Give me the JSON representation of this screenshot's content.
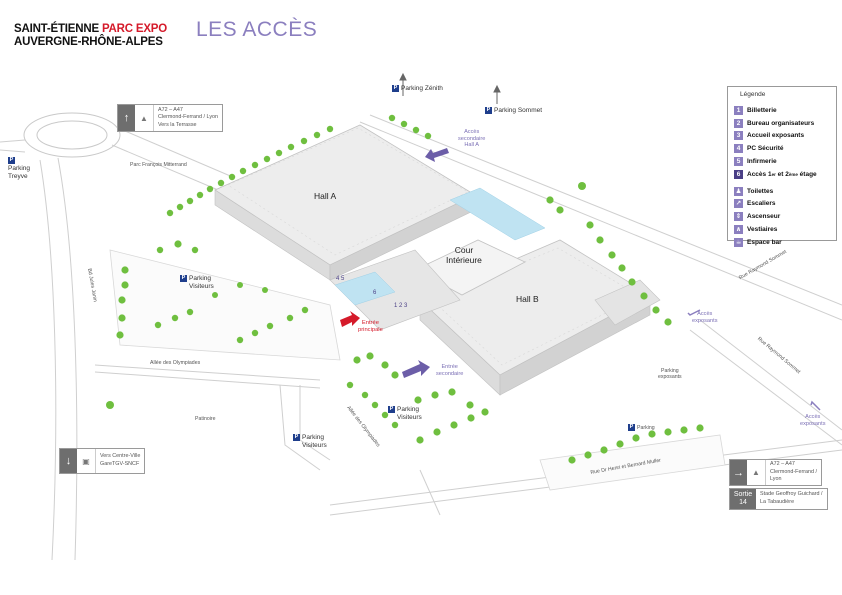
{
  "brand": {
    "line1_a": "SAINT-ÉTIENNE",
    "line1_b": "PARC EXPO",
    "line2": "AUVERGNE-RHÔNE-ALPES"
  },
  "page_title": "LES ACCÈS",
  "colors": {
    "accent_violet": "#8b7fbf",
    "violet_dark": "#4a3f86",
    "brand_red": "#d51a2a",
    "parking_blue": "#1f3e8c",
    "tree_green": "#6fbf3f",
    "glass_blue": "#bfe3f2"
  },
  "top_parkings": {
    "zenith": "Parking Zénith",
    "sommet": "Parking Sommet",
    "p_letter": "P"
  },
  "routes": {
    "a72_top": {
      "line1": "A72 – A47",
      "line2": "Clermond-Ferrand / Lyon",
      "line3": "Vers la Terrasse"
    },
    "centre_ville": {
      "line1": "Vers Centre-Ville",
      "line2": "GareTGV-SNCF"
    },
    "a72_right": {
      "line1": "A72 – A47",
      "line2": "Clermond-Ferrand /",
      "line3": "Lyon"
    },
    "sortie": {
      "label": "Sortie",
      "number": "14",
      "line1": "Stade Geoffroy Guichard /",
      "line2": "La Tabaudière"
    }
  },
  "map_labels": {
    "parking_treyve_1": "Parking",
    "parking_treyve_2": "Treyve",
    "parc_mitterrand": "Parc François Mitterrand",
    "bd_jules_janin": "Bd Jules Janin",
    "allee_olympiades": "Allée des Olympiades",
    "allee_olympiades_2": "Allée des Olympiades",
    "patinoire": "Patinoire",
    "hall_a": "Hall A",
    "hall_b": "Hall B",
    "cour_1": "Cour",
    "cour_2": "Intérieure",
    "acces_sec_a_1": "Accès",
    "acces_sec_a_2": "secondaire",
    "acces_sec_a_3": "Hall A",
    "entree_principale_1": "Entrée",
    "entree_principale_2": "principale",
    "entree_secondaire_1": "Entrée",
    "entree_secondaire_2": "secondaire",
    "parking_visiteurs_1": "Parking",
    "parking_visiteurs_2": "Visiteurs",
    "parking_exposants_1": "Parking",
    "parking_exposants_2": "exposants",
    "parking": "Parking",
    "acces_exposants_1": "Accès",
    "acces_exposants_2": "exposants",
    "rue_raymond_sommet_1": "Rue Raymond Sommet",
    "rue_raymond_sommet_2": "Rue Raymond Sommet",
    "rue_dr_henri": "Rue Dr Henri et Bernard Muller"
  },
  "map_numbers": {
    "n4": "4",
    "n5": "5",
    "n6": "6",
    "n1": "1",
    "n2": "2",
    "n3": "3"
  },
  "legend": {
    "title": "Légende",
    "numbered": [
      {
        "num": "1",
        "label": "Billetterie"
      },
      {
        "num": "2",
        "label": "Bureau organisateurs"
      },
      {
        "num": "3",
        "label": "Accueil exposants"
      },
      {
        "num": "4",
        "label": "PC Sécurité"
      },
      {
        "num": "5",
        "label": "Infirmerie"
      },
      {
        "num": "6",
        "label_a": "Accès 1",
        "sup1": "er",
        "label_b": " et 2",
        "sup2": "ème",
        "label_c": " étage"
      }
    ],
    "icons": [
      {
        "icon": "toilets-icon",
        "label": "Toilettes"
      },
      {
        "icon": "stairs-icon",
        "label": "Escaliers"
      },
      {
        "icon": "elevator-icon",
        "label": "Ascenseur"
      },
      {
        "icon": "cloakroom-icon",
        "label": "Vestiaires"
      },
      {
        "icon": "coffee-icon",
        "label": "Espace bar"
      }
    ]
  }
}
